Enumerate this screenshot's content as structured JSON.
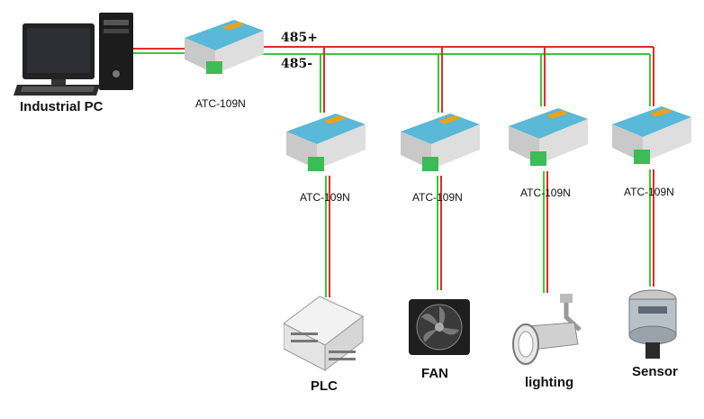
{
  "bus": {
    "plus_label": "485+",
    "minus_label": "485-"
  },
  "host": {
    "label": "Industrial PC"
  },
  "converter_model": "ATC-109N",
  "master": {
    "label": "ATC-109N"
  },
  "nodes": [
    {
      "model_label": "ATC-109N",
      "device": "PLC"
    },
    {
      "model_label": "ATC-109N",
      "device": "FAN"
    },
    {
      "model_label": "ATC-109N",
      "device": "lighting"
    },
    {
      "model_label": "ATC-109N",
      "device": "Sensor"
    }
  ],
  "colors": {
    "wire_plus": "#e8282a",
    "wire_minus": "#39c83b",
    "converter_body": "#3aa0c8",
    "terminal": "#3dbb55"
  }
}
